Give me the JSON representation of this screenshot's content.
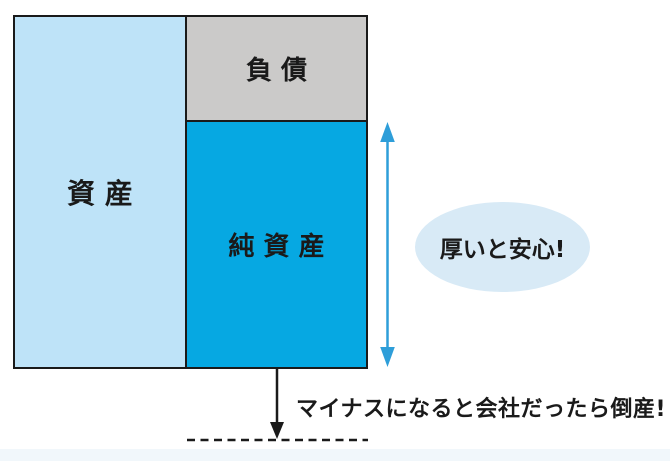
{
  "diagram": {
    "assets": {
      "label": "資産"
    },
    "liabilities": {
      "label": "負債"
    },
    "net_assets": {
      "label": "純資産"
    },
    "callout": {
      "label": "厚いと安心!"
    },
    "warning": {
      "label": "マイナスになると会社だったら倒産!"
    }
  },
  "icons": {
    "equity_range_arrow": "double-headed-vertical-arrow",
    "minus_arrow": "down-arrow",
    "zero_line": "dashed-horizontal-line"
  },
  "colors": {
    "ink": "#1A1A1A",
    "assets_fill": "#BEE3F8",
    "liabilities_fill": "#CBCAC9",
    "net_assets_fill": "#06A8E2",
    "arrow_blue": "#2E9ED9",
    "callout_fill": "#D8EAF6"
  }
}
